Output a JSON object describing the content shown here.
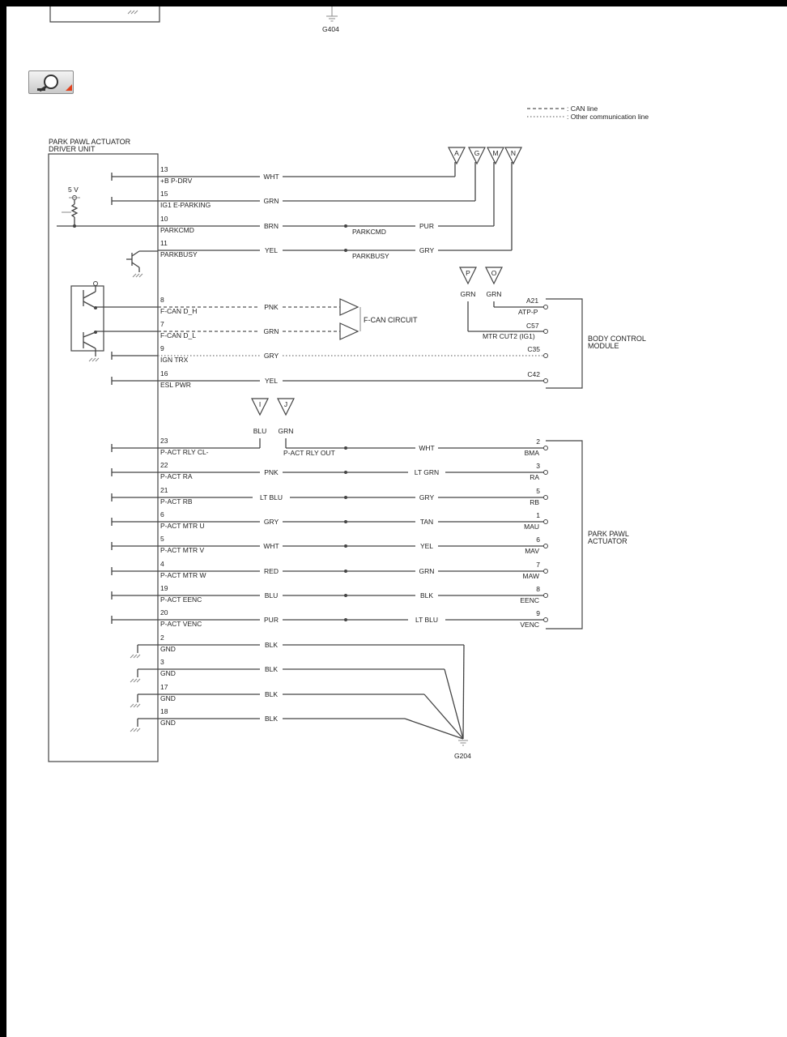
{
  "top": {
    "ground_label": "G404"
  },
  "legend": {
    "can_line": ": CAN line",
    "other_line": ": Other communication line"
  },
  "icons": {
    "zoom": "magnifier-zoom-icon",
    "ground": "ground-icon"
  },
  "colors": {
    "wire": "#444444",
    "page": "#ffffff",
    "zoom_accent": "#e2401c"
  },
  "left_module": {
    "title_line1": "PARK PAWL ACTUATOR",
    "title_line2": "DRIVER UNIT"
  },
  "supply_label": "5 V",
  "upper_pins": [
    {
      "pin": "13",
      "name": "+B P-DRV",
      "wire": "WHT"
    },
    {
      "pin": "15",
      "name": "IG1 E-PARKING",
      "wire": "GRN"
    },
    {
      "pin": "10",
      "name": "PARKCMD",
      "wire": "BRN",
      "wire2": "PUR",
      "splice_name": "PARKCMD"
    },
    {
      "pin": "11",
      "name": "PARKBUSY",
      "wire": "YEL",
      "wire2": "GRY",
      "splice_name": "PARKBUSY"
    }
  ],
  "top_connectors": [
    "A",
    "G",
    "M",
    "N"
  ],
  "bcm_connectors": [
    {
      "id": "P",
      "wire": "GRN"
    },
    {
      "id": "O",
      "wire": "GRN"
    }
  ],
  "can_pins": [
    {
      "pin": "8",
      "name": "F-CAN D_H",
      "wire": "PNK"
    },
    {
      "pin": "7",
      "name": "F-CAN D_L",
      "wire": "GRN"
    }
  ],
  "fcan_label": "F-CAN CIRCUIT",
  "bcm_pins": [
    {
      "pin": "9",
      "name": "IGN TRX",
      "wire": "GRY",
      "bcm_pin": "C35"
    },
    {
      "pin": "16",
      "name": "ESL PWR",
      "wire": "YEL",
      "bcm_pin": "C42"
    }
  ],
  "bcm": {
    "title_line1": "BODY CONTROL",
    "title_line2": "MODULE",
    "pin_a21": "A21",
    "name_a21": "ATP-P",
    "pin_c57": "C57",
    "name_c57": "MTR CUT2 (IG1)"
  },
  "relay_connectors": [
    {
      "id": "I",
      "wire": "BLU"
    },
    {
      "id": "J",
      "wire": "GRN"
    }
  ],
  "actuator": {
    "title_line1": "PARK PAWL",
    "title_line2": "ACTUATOR",
    "splice_name": "P-ACT RLY OUT"
  },
  "actuator_pins": [
    {
      "pin": "23",
      "name": "P-ACT RLY CL-",
      "wire": "",
      "wire2": "WHT",
      "apin": "2",
      "aname": "BMA"
    },
    {
      "pin": "22",
      "name": "P-ACT RA",
      "wire": "PNK",
      "wire2": "LT GRN",
      "apin": "3",
      "aname": "RA"
    },
    {
      "pin": "21",
      "name": "P-ACT RB",
      "wire": "LT BLU",
      "wire2": "GRY",
      "apin": "5",
      "aname": "RB"
    },
    {
      "pin": "6",
      "name": "P-ACT MTR U",
      "wire": "GRY",
      "wire2": "TAN",
      "apin": "1",
      "aname": "MAU"
    },
    {
      "pin": "5",
      "name": "P-ACT MTR V",
      "wire": "WHT",
      "wire2": "YEL",
      "apin": "6",
      "aname": "MAV"
    },
    {
      "pin": "4",
      "name": "P-ACT MTR W",
      "wire": "RED",
      "wire2": "GRN",
      "apin": "7",
      "aname": "MAW"
    },
    {
      "pin": "19",
      "name": "P-ACT EENC",
      "wire": "BLU",
      "wire2": "BLK",
      "apin": "8",
      "aname": "EENC"
    },
    {
      "pin": "20",
      "name": "P-ACT VENC",
      "wire": "PUR",
      "wire2": "LT BLU",
      "apin": "9",
      "aname": "VENC"
    }
  ],
  "gnd_pins": [
    {
      "pin": "2",
      "name": "GND",
      "wire": "BLK"
    },
    {
      "pin": "3",
      "name": "GND",
      "wire": "BLK"
    },
    {
      "pin": "17",
      "name": "GND",
      "wire": "BLK"
    },
    {
      "pin": "18",
      "name": "GND",
      "wire": "BLK"
    }
  ],
  "bottom_ground_label": "G204"
}
